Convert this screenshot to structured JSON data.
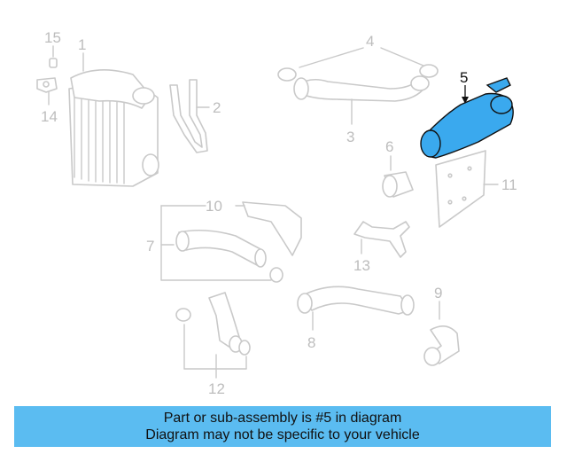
{
  "diagram": {
    "highlight_color": "#3aa9ee",
    "callouts": {
      "c1": "1",
      "c2": "2",
      "c3": "3",
      "c4": "4",
      "c5": "5",
      "c6": "6",
      "c7": "7",
      "c8": "8",
      "c9": "9",
      "c10": "10",
      "c11": "11",
      "c12": "12",
      "c13": "13",
      "c14": "14",
      "c15": "15"
    }
  },
  "footer": {
    "background": "#5bbcf1",
    "line1": "Part or sub-assembly is #5 in diagram",
    "line2": "Diagram may not be specific to your vehicle"
  }
}
